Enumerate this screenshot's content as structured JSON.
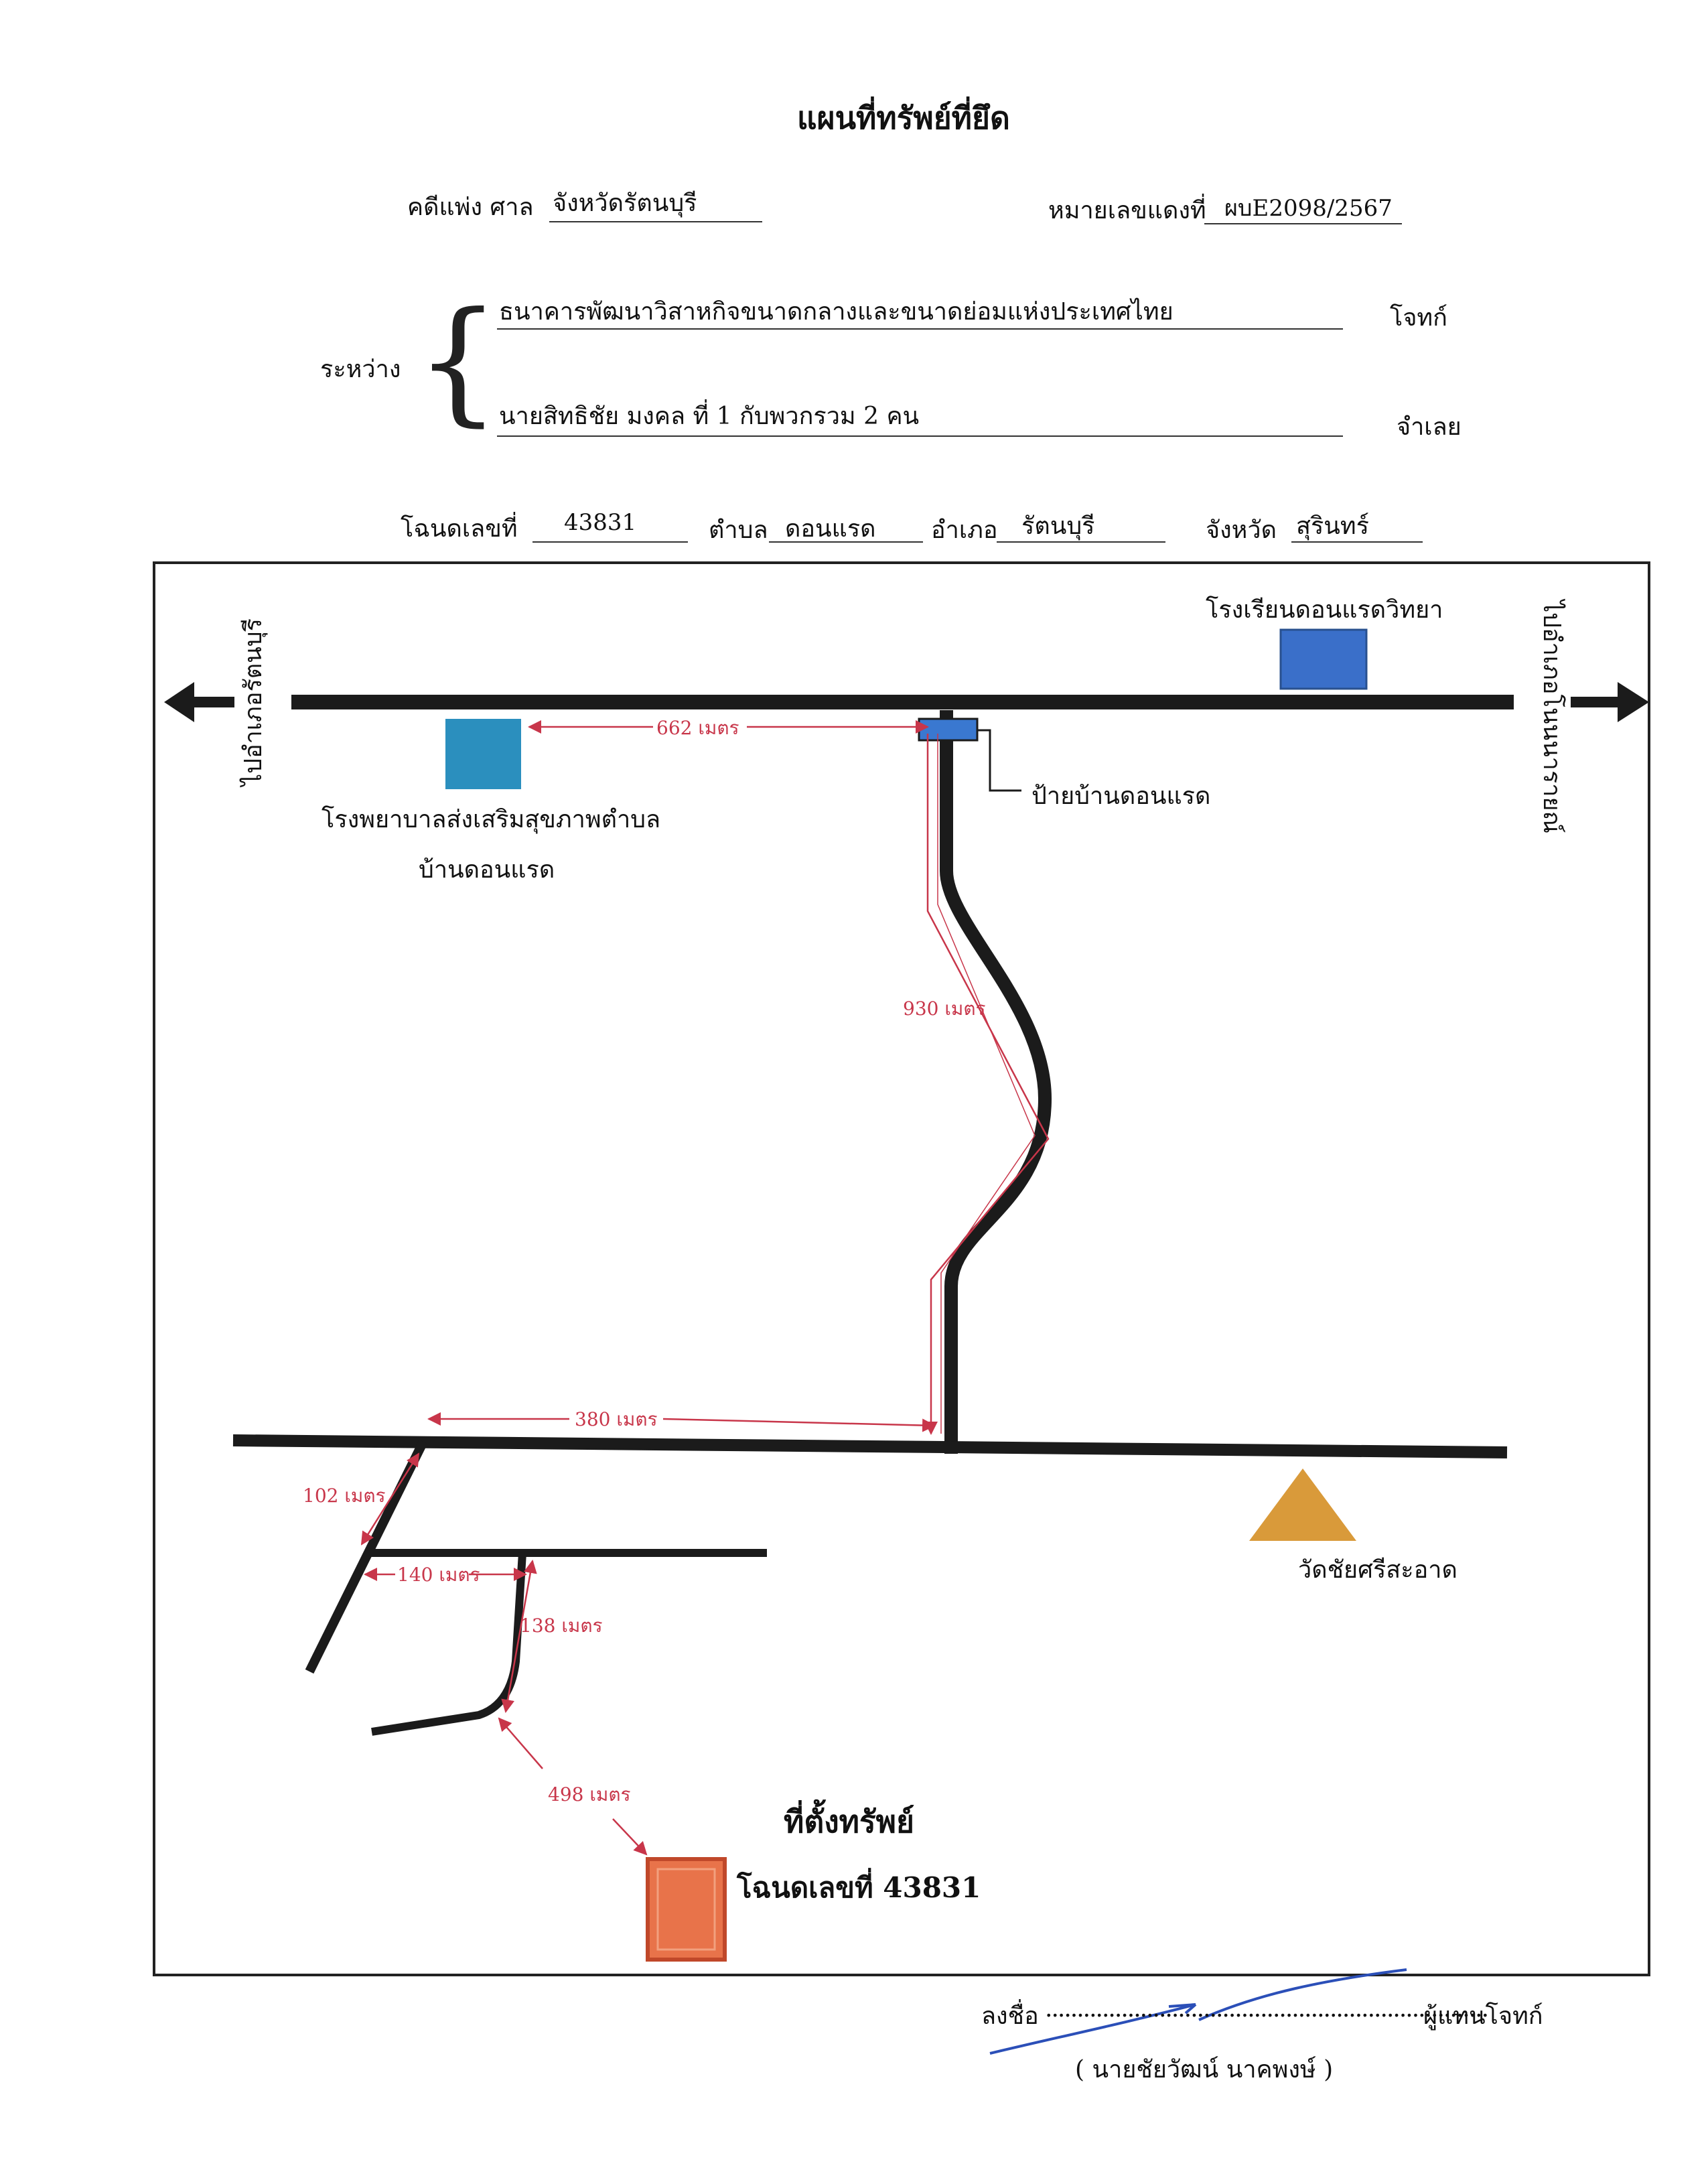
{
  "title": "แผนที่ทรัพย์ที่ยึด",
  "case": {
    "label_civil": "คดีแพ่ง ศาล",
    "court": "จังหวัดรัตนบุรี",
    "red_no_label": "หมายเลขแดงที่",
    "red_no": "ผบE2098/2567"
  },
  "parties": {
    "between_label": "ระหว่าง",
    "plaintiff": "ธนาคารพัฒนาวิสาหกิจขนาดกลางและขนาดย่อมแห่งประเทศไทย",
    "plaintiff_role": "โจทก์",
    "defendant": "นายสิทธิชัย มงคล ที่ 1 กับพวกรวม 2 คน",
    "defendant_role": "จำเลย"
  },
  "deed": {
    "deed_label": "โฉนดเลขที่",
    "deed_no": "43831",
    "subdistrict_label": "ตำบล",
    "subdistrict": "ดอนแรด",
    "district_label": "อำเภอ",
    "district": "รัตนบุรี",
    "province_label": "จังหวัด",
    "province": "สุรินทร์"
  },
  "map": {
    "labels": {
      "school": "โรงเรียนดอนแรดวิทยา",
      "to_ratanaburi": "ไปอำเภอรัตนบุรี",
      "to_other": "ไปอำเภอโนนนารายณ์",
      "hospital_line1": "โรงพยาบาลส่งเสริมสุขภาพตำบล",
      "hospital_line2": "บ้านดอนแรด",
      "sign": "ป้ายบ้านดอนแรด",
      "temple": "วัดชัยศรีสะอาด",
      "location_title": "ที่ตั้งทรัพย์",
      "location_deed": "โฉนดเลขที่ 43831"
    },
    "distances": {
      "d662": "662 เมตร",
      "d930": "930 เมตร",
      "d380": "380 เมตร",
      "d102": "102 เมตร",
      "d140": "140 เมตร",
      "d138": "138 เมตร",
      "d498": "498 เมตร"
    },
    "colors": {
      "road": "#1b1b1b",
      "school": "#3a6fc9",
      "hospital": "#2b8fbe",
      "sign": "#3a78d0",
      "temple": "#d99a3a",
      "property": "#e8734a",
      "property_border": "#c0482a",
      "measure": "#c8364a"
    }
  },
  "signature": {
    "sign_label": "ลงชื่อ",
    "dots": "......................................................................",
    "role": "ผู้แทนโจทก์",
    "name": "( นายชัยวัฒน์ นาคพงษ์ )"
  }
}
